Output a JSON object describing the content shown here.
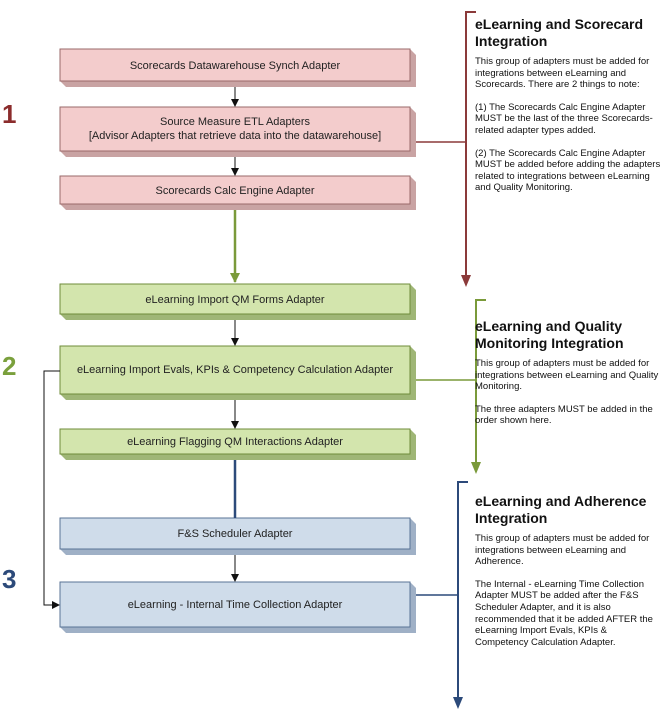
{
  "colors": {
    "red_group": "#f3cccc",
    "red_stroke": "#8b3a3a",
    "green_group": "#d3e5ad",
    "green_stroke": "#7a9a3a",
    "blue_group": "#cfdcea",
    "blue_stroke": "#2c4a7a",
    "number_1": "#8b2c2c",
    "number_2": "#7aa03c",
    "number_3": "#2c4a7a"
  },
  "groups": [
    {
      "number": "1",
      "boxes": [
        {
          "lines": [
            "Scorecards Datawarehouse Synch Adapter"
          ]
        },
        {
          "lines": [
            "Source Measure ETL Adapters",
            "[Advisor Adapters that retrieve data into the datawarehouse]"
          ]
        },
        {
          "lines": [
            "Scorecards Calc Engine Adapter"
          ]
        }
      ],
      "panel": {
        "title": "eLearning and Scorecard Integration",
        "paragraphs": [
          "This group of adapters must be added for integrations between eLearning and Scorecards. There are 2 things to note:",
          "(1) The Scorecards Calc Engine Adapter MUST be the last of the three Scorecards-related adapter types added.",
          "(2) The Scorecards Calc Engine Adapter MUST be added before adding the adapters related to integrations between eLearning and Quality Monitoring."
        ]
      }
    },
    {
      "number": "2",
      "boxes": [
        {
          "lines": [
            "eLearning Import QM Forms Adapter"
          ]
        },
        {
          "lines": [
            "eLearning Import Evals, KPIs & Competency Calculation Adapter"
          ]
        },
        {
          "lines": [
            "eLearning Flagging QM Interactions Adapter"
          ]
        }
      ],
      "panel": {
        "title": "eLearning and Quality Monitoring Integration",
        "paragraphs": [
          "This group of adapters must be added for integrations between eLearning and Quality Monitoring.",
          "The three adapters MUST be added in the order shown here."
        ]
      }
    },
    {
      "number": "3",
      "boxes": [
        {
          "lines": [
            "F&S Scheduler Adapter"
          ]
        },
        {
          "lines": [
            "eLearning - Internal Time Collection Adapter"
          ]
        }
      ],
      "panel": {
        "title": "eLearning and Adherence Integration",
        "paragraphs": [
          "This group of adapters must be added for integrations between eLearning and Adherence.",
          "The Internal - eLearning Time Collection Adapter MUST be added after the F&S Scheduler Adapter, and it is also recommended that it be added AFTER the eLearning Import Evals, KPIs & Competency Calculation Adapter."
        ]
      }
    }
  ]
}
